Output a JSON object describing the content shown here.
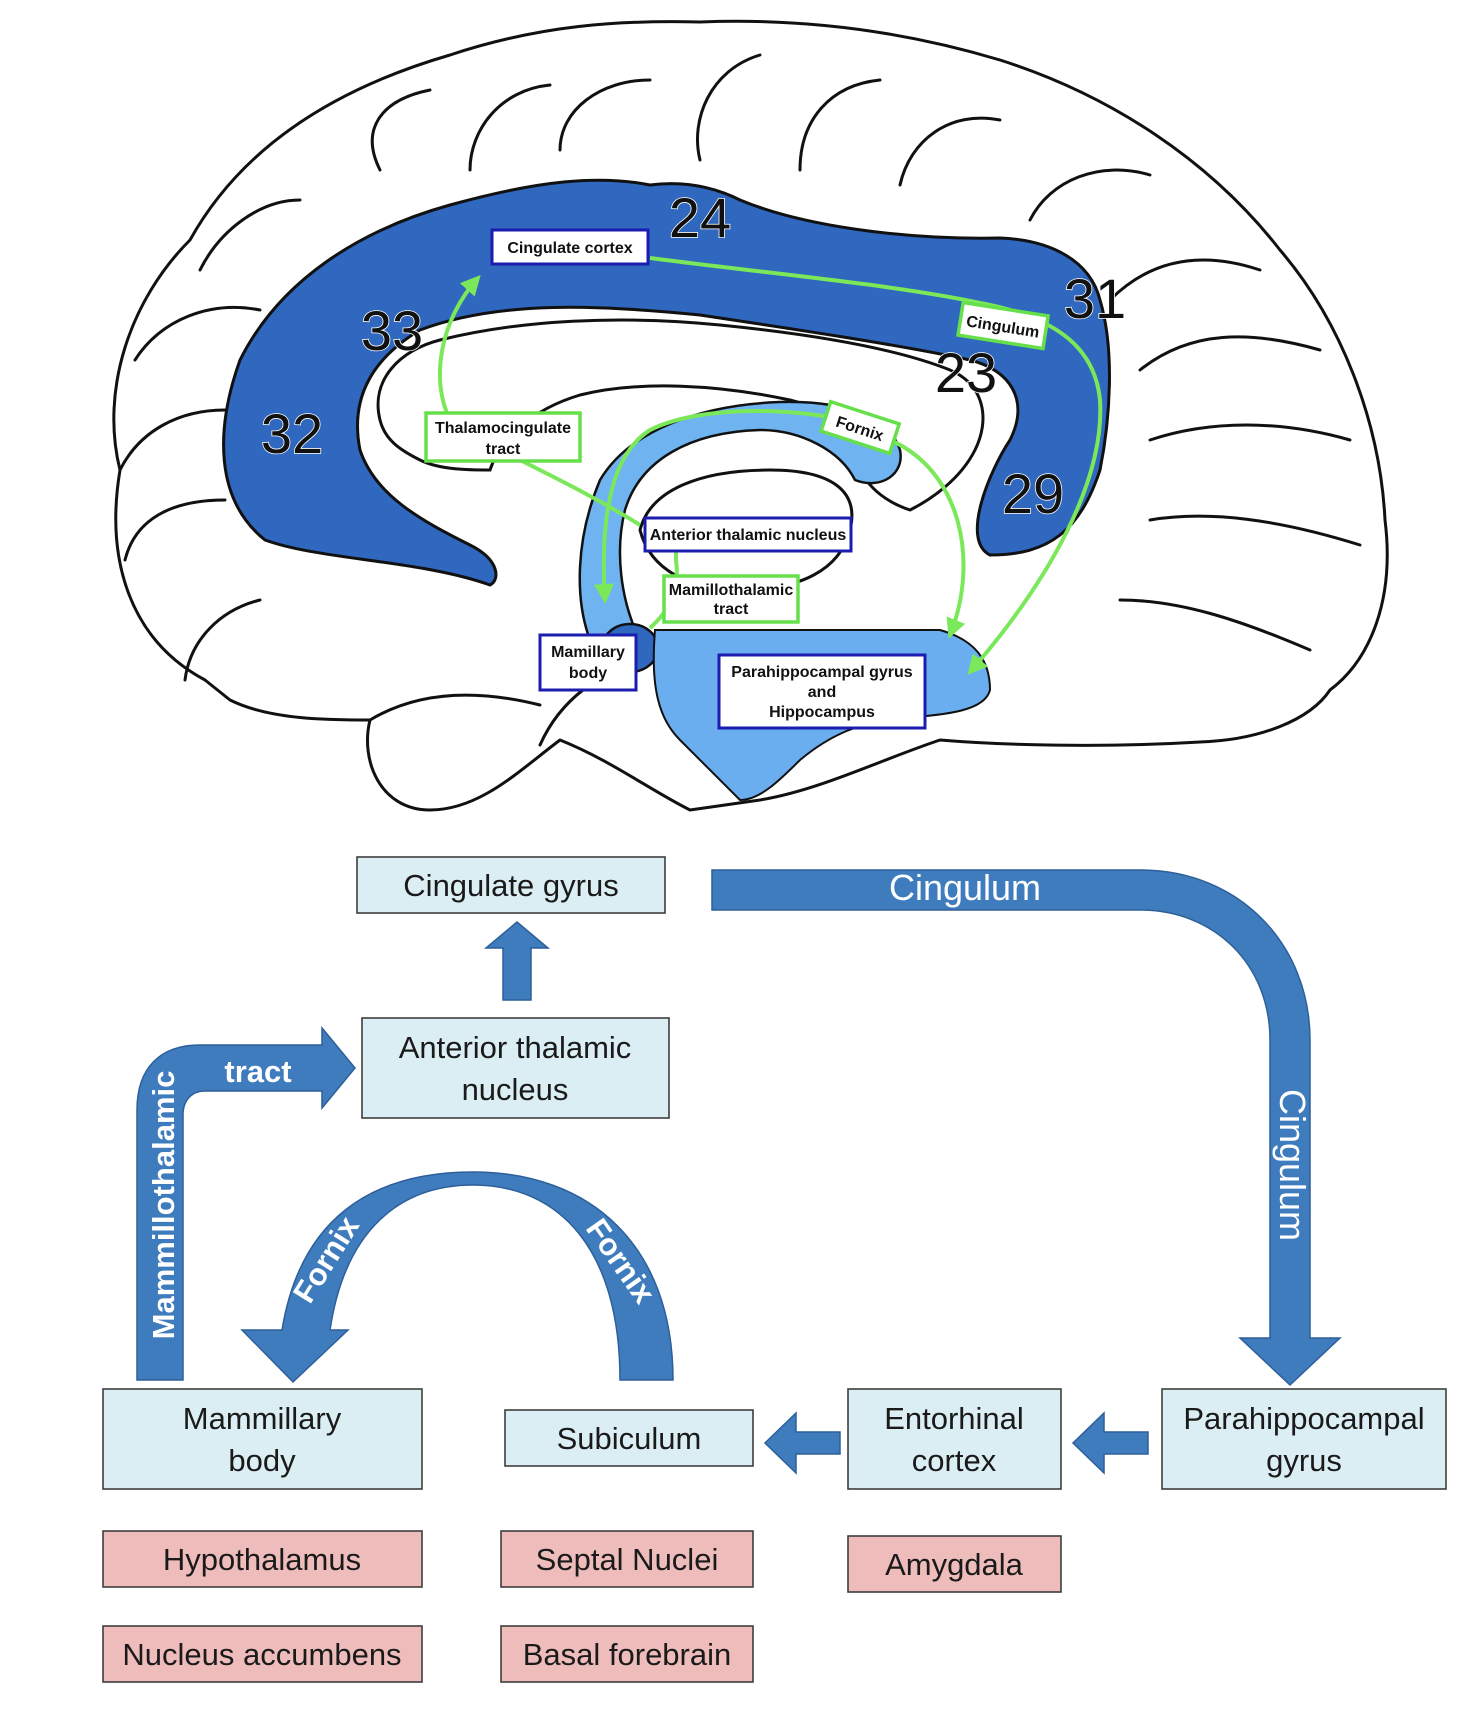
{
  "brain": {
    "labels": {
      "cingulate_cortex": "Cingulate cortex",
      "cingulum": "Cingulum",
      "fornix": "Fornix",
      "thalamocingulate_1": "Thalamocingulate",
      "thalamocingulate_2": "tract",
      "anterior_thalamic_nucleus": "Anterior thalamic nucleus",
      "mamillothalamic_1": "Mamillothalamic",
      "mamillothalamic_2": "tract",
      "mamillary_1": "Mamillary",
      "mamillary_2": "body",
      "parahippocampal_1": "Parahippocampal gyrus",
      "parahippocampal_2": "and",
      "parahippocampal_3": "Hippocampus"
    },
    "areas": {
      "a24": "24",
      "a31": "31",
      "a33": "33",
      "a23": "23",
      "a32": "32",
      "a29": "29"
    }
  },
  "flow": {
    "boxes": {
      "cingulate_gyrus": "Cingulate gyrus",
      "anterior_thalamic_1": "Anterior thalamic",
      "anterior_thalamic_2": "nucleus",
      "mammillary_1": "Mammillary",
      "mammillary_2": "body",
      "subiculum": "Subiculum",
      "entorhinal_1": "Entorhinal",
      "entorhinal_2": "cortex",
      "parahippocampal_1": "Parahippocampal",
      "parahippocampal_2": "gyrus"
    },
    "arrows": {
      "cingulum_top": "Cingulum",
      "cingulum_side": "Cingulum",
      "tract": "tract",
      "mammillothalamic": "Mammillothalamic",
      "fornix_left": "Fornix",
      "fornix_right": "Fornix"
    },
    "connected": {
      "hypothalamus": "Hypothalamus",
      "septal_nuclei": "Septal Nuclei",
      "amygdala": "Amygdala",
      "nucleus_accumbens": "Nucleus accumbens",
      "basal_forebrain": "Basal forebrain"
    }
  },
  "colors": {
    "cingulate_dark": "#2f68be",
    "fornix_light": "#6fb3f0",
    "parahippocampal_light": "#6aaef0",
    "tract_green": "#7be85a",
    "flow_arrow": "#3f7cbe",
    "flow_box_fill": "#dbeef4",
    "connected_fill": "#efbcbc",
    "label_border": "#1c1cb0"
  }
}
